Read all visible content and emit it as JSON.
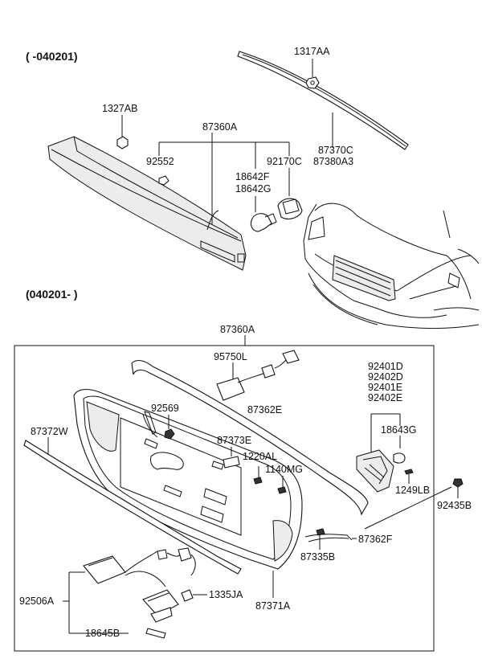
{
  "sections": {
    "before": "( -040201)",
    "after": "(040201- )"
  },
  "labels": {
    "p1317AA": "1317AA",
    "p1327AB": "1327AB",
    "p87360A_top": "87360A",
    "p92552": "92552",
    "p18642F": "18642F",
    "p18642G": "18642G",
    "p92170C": "92170C",
    "p87370C": "87370C",
    "p87380A3": "87380A3",
    "p87360A_bottom": "87360A",
    "p95750L": "95750L",
    "p92401D": "92401D",
    "p92402D": "92402D",
    "p92401E": "92401E",
    "p92402E": "92402E",
    "p92569": "92569",
    "p87362E": "87362E",
    "p87372W": "87372W",
    "p87373E": "87373E",
    "p18643G": "18643G",
    "p1220AL": "1220AL",
    "p1140MG": "1140MG",
    "p1249LB": "1249LB",
    "p92435B": "92435B",
    "p87362F": "87362F",
    "p87335B": "87335B",
    "p92506A": "92506A",
    "p1335JA": "1335JA",
    "p87371A": "87371A",
    "p18645B": "18645B"
  }
}
